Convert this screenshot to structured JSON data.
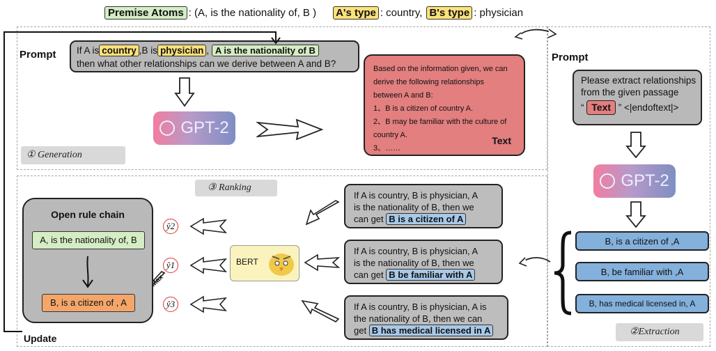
{
  "header": {
    "premise_label": "Premise Atoms",
    "premise_value": ": (A, is the nationality of, B )",
    "a_type_label": "A's type",
    "a_type_value": ": country,",
    "b_type_label": "B's type",
    "b_type_value": ": physician"
  },
  "generation": {
    "prompt_label": "Prompt",
    "prompt_pre": "If A is",
    "prompt_country": "country",
    "prompt_mid": ",B is",
    "prompt_physician": "physician",
    "prompt_comma": ",",
    "prompt_relation": "A is the nationality of B",
    "prompt_line2": "then what other relationships can we derive between A and B?",
    "model_name": "GPT-2",
    "output_lines": [
      "Based on the information given, we can",
      "derive the following relationships",
      "between A and B:",
      "1、B is a citizen of country A.",
      "2、B may be familiar with the culture of",
      "country A.",
      "3、……"
    ],
    "output_tag": "Text",
    "section_label": "① Generation"
  },
  "extraction": {
    "prompt_label": "Prompt",
    "prompt_line1": "Please extract relationships",
    "prompt_line2": "from the given passage",
    "quote_open": "“",
    "text_tag": "Text",
    "quote_close": "” <|endoftext|>",
    "model_name": "GPT-2",
    "items": [
      "B, is a citizen of ,A",
      "B, be familiar with ,A",
      "B, has medical licensed in, A"
    ],
    "section_label": "②Extraction"
  },
  "ranking": {
    "section_label": "③ Ranking",
    "model_name": "BERT",
    "candidates": [
      {
        "lines": [
          "If A is country, B is physician, A",
          "is the nationality of B, then we"
        ],
        "pre": "can get",
        "highlight": "B is a citizen of A"
      },
      {
        "lines": [
          "If A is country, B is physician, A",
          "is the nationality of B, then we"
        ],
        "pre": "can get",
        "highlight": "B be familiar with A"
      },
      {
        "lines": [
          "If A is country, B is physician, A is",
          "the nationality of B, then we can"
        ],
        "pre": "get",
        "highlight": "B has medical licensed in A"
      }
    ],
    "scores": [
      "ŷ2",
      "ŷ1",
      "ŷ3"
    ],
    "max_label": "Max"
  },
  "rule_chain": {
    "title": "Open rule chain",
    "premise": "A, is the nationality of, B",
    "derived": "B, is a citizen of , A",
    "update_label": "Update"
  },
  "colors": {
    "green": "#d4edc4",
    "yellow": "#fde27a",
    "blue": "#84b0dc",
    "red_box": "#e37f7f",
    "orange": "#f4a66a",
    "grey": "#b9b9b9"
  }
}
